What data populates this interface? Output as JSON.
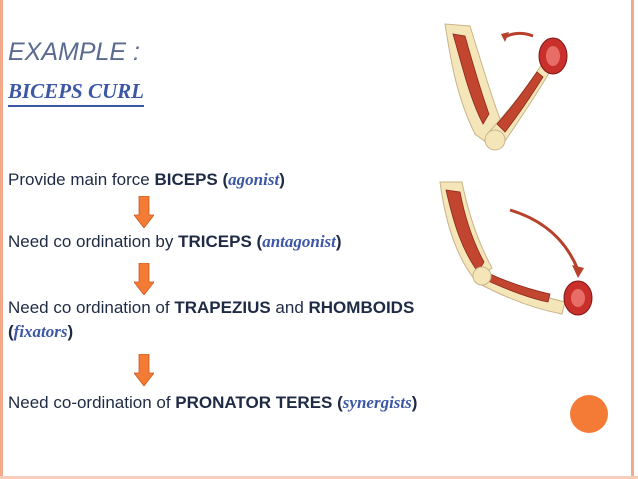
{
  "title": {
    "prefix": "EXAMPLE",
    "colon": " :",
    "subtitle": "BICEPS CURL"
  },
  "steps": [
    {
      "lead": "Provide main force ",
      "muscle": "BICEPS",
      "role": "agonist"
    },
    {
      "lead": "Need co ordination by ",
      "muscle": "TRICEPS",
      "role": "antagonist"
    },
    {
      "lead": "Need co ordination of ",
      "muscle": "TRAPEZIUS",
      "joiner": " and ",
      "muscle2": "RHOMBOIDS",
      "role": "fixators"
    },
    {
      "lead": "Need co-ordination of ",
      "muscle": "PRONATOR TERES",
      "role": "synergists"
    }
  ],
  "colors": {
    "accent": "#f47b35",
    "title": "#5b6a8f",
    "subtitle": "#3c57a6",
    "frame": "#f4a98a",
    "muscle": "#b7412b",
    "bone": "#f4e6b8"
  },
  "icons": [
    "down-arrow-icon",
    "bent-arm-illustration",
    "extended-arm-illustration",
    "decorative-circle"
  ]
}
